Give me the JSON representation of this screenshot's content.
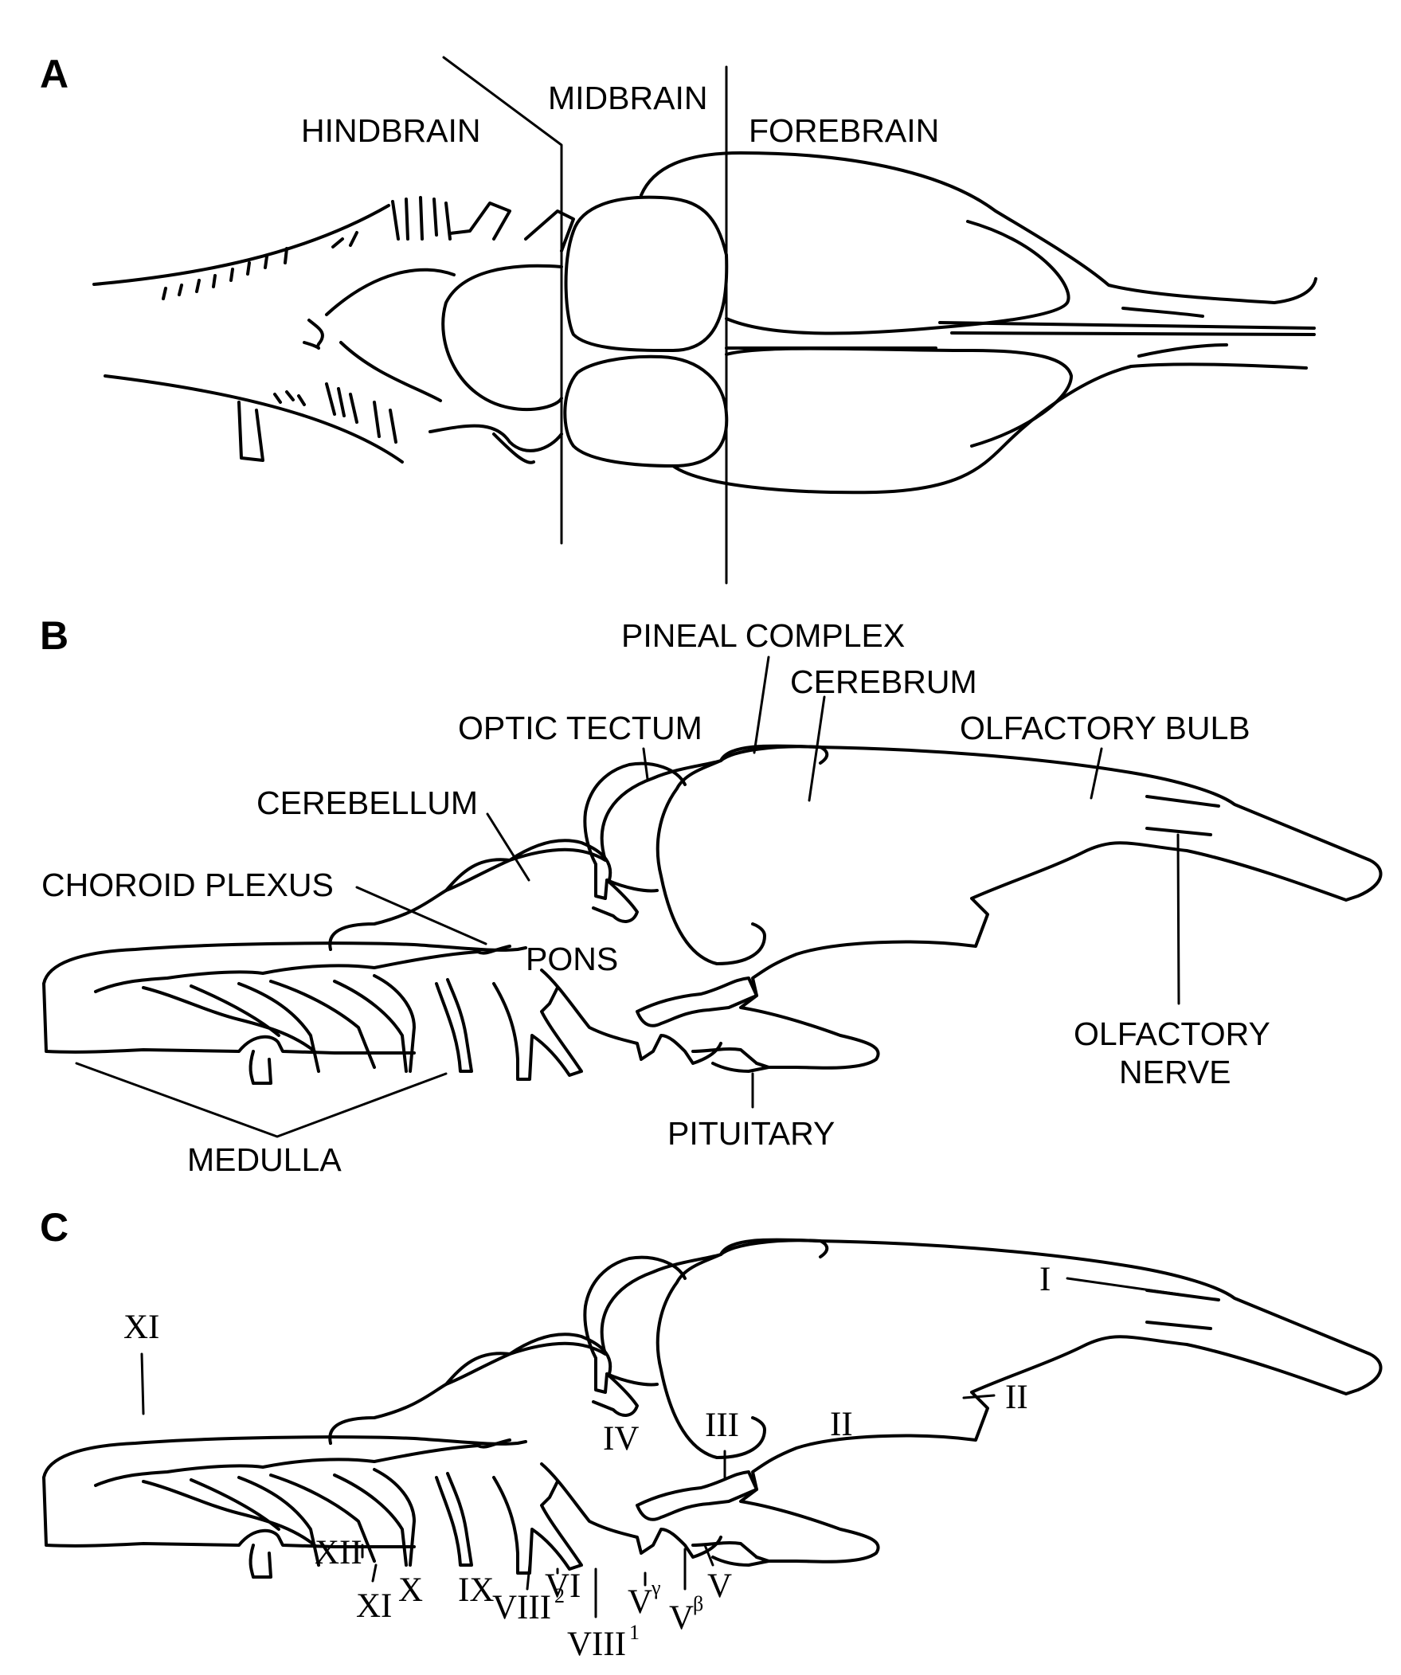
{
  "panels": {
    "a": {
      "letter": "A",
      "labels": {
        "hindbrain": "HINDBRAIN",
        "midbrain": "MIDBRAIN",
        "forebrain": "FOREBRAIN"
      }
    },
    "b": {
      "letter": "B",
      "labels": {
        "pineal_complex": "PINEAL COMPLEX",
        "cerebrum": "CEREBRUM",
        "optic_tectum": "OPTIC TECTUM",
        "olfactory_bulb": "OLFACTORY BULB",
        "cerebellum": "CEREBELLUM",
        "choroid_plexus": "CHOROID PLEXUS",
        "pons": "PONS",
        "olfactory_nerve_line1": "OLFACTORY",
        "olfactory_nerve_line2": "NERVE",
        "medulla": "MEDULLA",
        "pituitary": "PITUITARY"
      }
    },
    "c": {
      "letter": "C",
      "nerves": {
        "I": "I",
        "II_outer": "II",
        "II_inner": "II",
        "III": "III",
        "IV": "IV",
        "V": "V",
        "V_gamma_base": "V",
        "V_gamma_sup": "γ",
        "V_beta_base": "V",
        "V_beta_sup": "β",
        "VI": "VI",
        "VIII1_base": "VIII",
        "VIII1_sup": "1",
        "VIII2_base": "VIII",
        "VIII2_sup": "2",
        "IX": "IX",
        "X": "X",
        "XI_top": "XI",
        "XI_bottom": "XI",
        "XII": "XII"
      }
    }
  }
}
